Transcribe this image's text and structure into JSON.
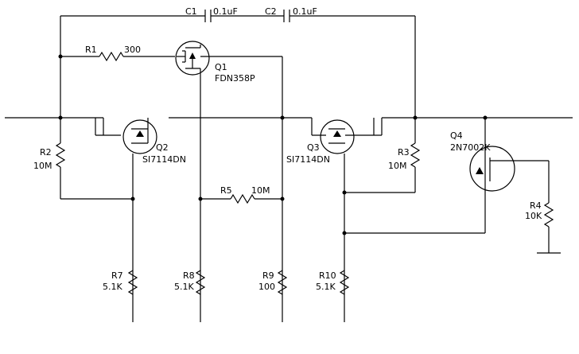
{
  "components": {
    "c1": {
      "ref": "C1",
      "value": "0.1uF"
    },
    "c2": {
      "ref": "C2",
      "value": "0.1uF"
    },
    "r1": {
      "ref": "R1",
      "value": "300"
    },
    "q1": {
      "ref": "Q1",
      "part": "FDN358P"
    },
    "r2": {
      "ref": "R2",
      "value": "10M"
    },
    "q2": {
      "ref": "Q2",
      "part": "SI7114DN"
    },
    "q3": {
      "ref": "Q3",
      "part": "SI7114DN"
    },
    "r3": {
      "ref": "R3",
      "value": "10M"
    },
    "q4": {
      "ref": "Q4",
      "part": "2N7002K"
    },
    "r5": {
      "ref": "R5",
      "value": "10M"
    },
    "r4": {
      "ref": "R4",
      "value": "10K"
    },
    "r7": {
      "ref": "R7",
      "value": "5.1K"
    },
    "r8": {
      "ref": "R8",
      "value": "5.1K"
    },
    "r9": {
      "ref": "R9",
      "value": "100"
    },
    "r10": {
      "ref": "R10",
      "value": "5.1K"
    }
  }
}
